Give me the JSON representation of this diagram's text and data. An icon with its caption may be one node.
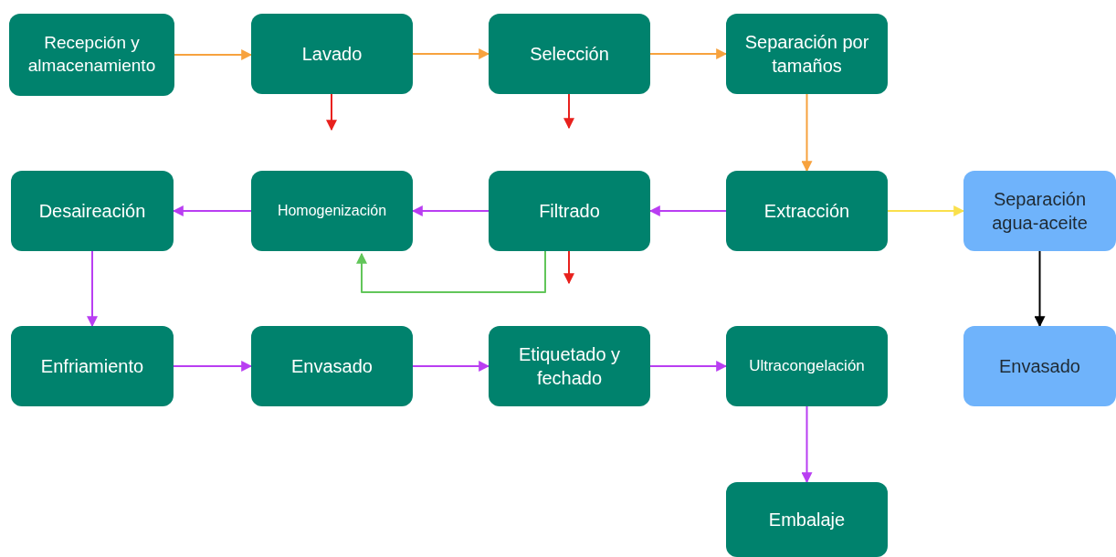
{
  "diagram": {
    "nodes": [
      {
        "text": [
          "Recepción y almacenamiento"
        ]
      },
      {
        "text": [
          "Lavado"
        ]
      },
      {
        "text": [
          "Selección"
        ]
      },
      {
        "text": [
          "Separación por tamaños"
        ]
      },
      {
        "text": [
          "Desaireación"
        ]
      },
      {
        "text": [
          "Homogenización"
        ]
      },
      {
        "text": [
          "Filtrado"
        ]
      },
      {
        "text": [
          "Extracción"
        ]
      },
      {
        "text": [
          "Separación agua-aceite"
        ]
      },
      {
        "text": [
          "Enfriamiento"
        ]
      },
      {
        "text": [
          "Envasado"
        ]
      },
      {
        "text": [
          "Etiquetado y fechado"
        ]
      },
      {
        "text": [
          "Ultracongelación"
        ]
      },
      {
        "text": [
          "Envasado"
        ]
      },
      {
        "text": [
          "Embalaje"
        ]
      }
    ],
    "edges": [
      {
        "from": 0,
        "to": 1,
        "arrow": "to",
        "color": "#f7a23e"
      },
      {
        "from": 1,
        "to": 2,
        "arrow": "to",
        "color": "#f7a23e"
      },
      {
        "from": 2,
        "to": 3,
        "arrow": "to",
        "color": "#f7a23e"
      },
      {
        "from": 1,
        "to": null,
        "arrow": "to",
        "color": "#e8211d"
      },
      {
        "from": 2,
        "to": null,
        "arrow": "to",
        "color": "#e8211d"
      },
      {
        "from": 3,
        "to": 7,
        "arrow": "to",
        "color": "#f7a23e"
      },
      {
        "from": 7,
        "to": 8,
        "arrow": "to",
        "color": "#fae04c"
      },
      {
        "from": 7,
        "to": 6,
        "arrow": "to"
      },
      {
        "from": 6,
        "to": 5,
        "arrow": "to"
      },
      {
        "from": 5,
        "to": 4,
        "arrow": "to"
      },
      {
        "from": 6,
        "to": null,
        "arrow": "to",
        "color": "#e8211d"
      },
      {
        "from": 6,
        "to": 5,
        "arrow": "to",
        "color": "#62c65a"
      },
      {
        "from": 4,
        "to": 9,
        "arrow": "to"
      },
      {
        "from": 8,
        "to": 13,
        "arrow": "to",
        "color": "#000000"
      },
      {
        "from": 9,
        "to": 10,
        "arrow": "to"
      },
      {
        "from": 10,
        "to": 11,
        "arrow": "to"
      },
      {
        "from": 11,
        "to": 12,
        "arrow": "to"
      },
      {
        "from": 12,
        "to": 14,
        "arrow": "to"
      }
    ]
  }
}
